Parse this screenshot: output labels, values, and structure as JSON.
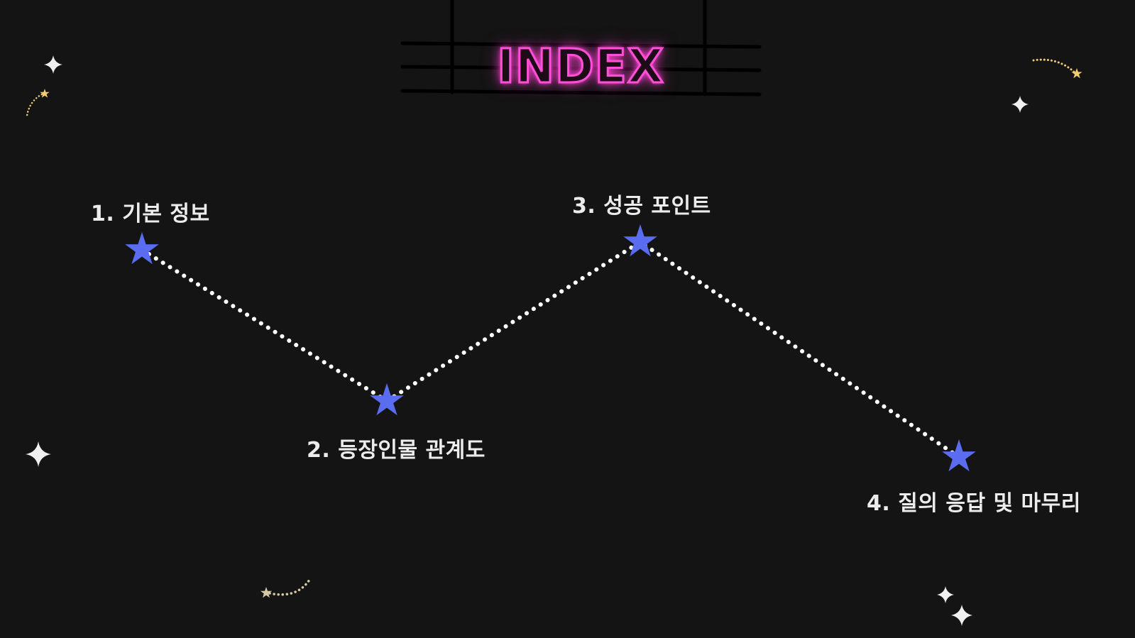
{
  "slide": {
    "title": "INDEX",
    "colors": {
      "background": "#141414",
      "title_neon": "#ff4fd8",
      "star_marker": "#5a6cf0",
      "dotted_path": "#ffffff",
      "label_text": "#ececec",
      "sparkle": "#f0f0f0",
      "shooting_star": "#e8c77a"
    },
    "items": [
      {
        "label": "1. 기본 정보"
      },
      {
        "label": "2. 등장인물 관계도"
      },
      {
        "label": "3. 성공 포인트"
      },
      {
        "label": "4. 질의 응답 및 마무리"
      }
    ],
    "decorations": {
      "marker_icon": "star-icon",
      "sparkle_icon": "four-point-sparkle-icon",
      "trail_icon": "shooting-star-icon"
    }
  }
}
